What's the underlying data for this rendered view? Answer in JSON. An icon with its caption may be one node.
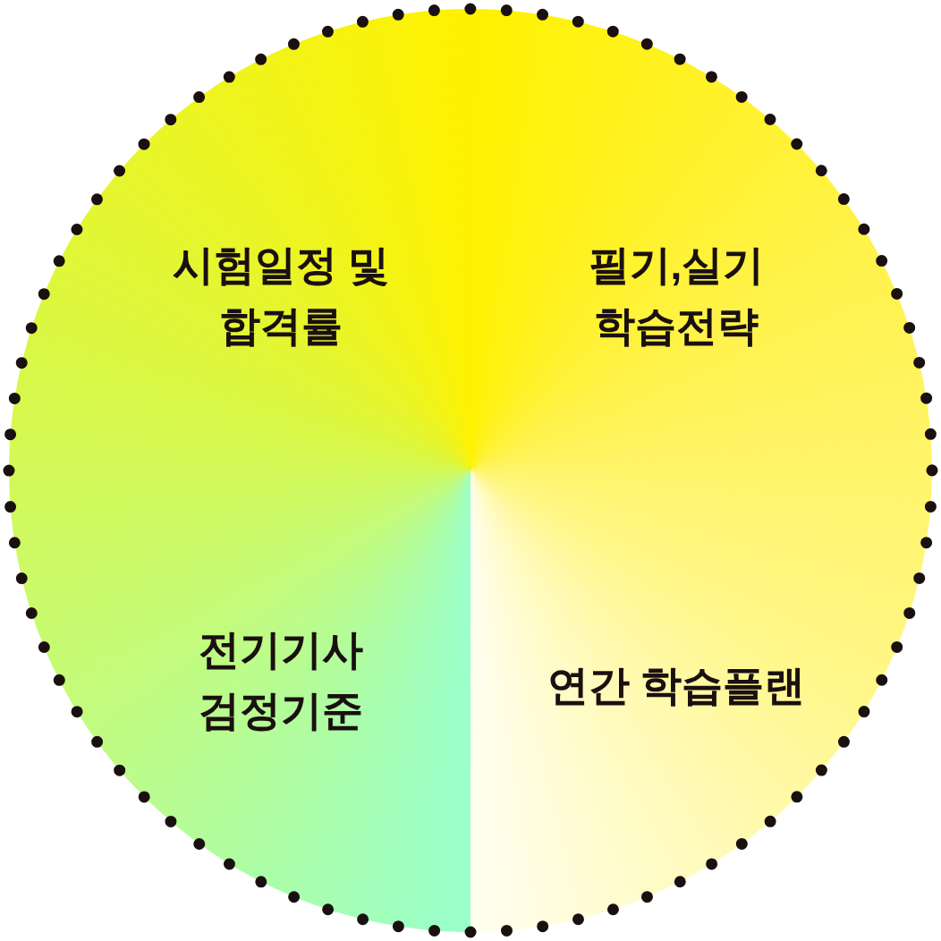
{
  "diagram": {
    "nodes": [
      {
        "text": [],
        "shape": "circle"
      },
      {
        "text": [
          "시험일정 및 합격률"
        ],
        "in": 0
      },
      {
        "text": [
          "필기,실기 학습전략"
        ],
        "in": 0
      },
      {
        "text": [
          "전기기사 검정기준"
        ],
        "in": 0
      },
      {
        "text": [
          "연간 학습플랜"
        ],
        "in": 0
      }
    ]
  }
}
